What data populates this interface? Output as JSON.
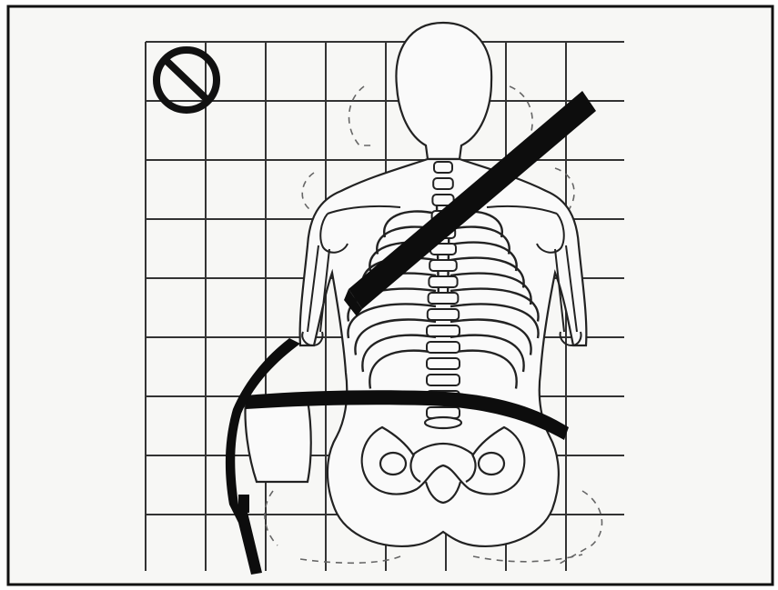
{
  "figure": {
    "subject": "seatbelt-misuse-illustration",
    "elements": [
      "prohibition-sign",
      "measurement-grid",
      "skeleton-torso",
      "shoulder-belt-strap",
      "lap-belt-strap",
      "seat-side-panel",
      "buckle-webbing"
    ]
  },
  "colors": {
    "ink": "#111111",
    "paper": "#f7f7f5",
    "grid": "#333333",
    "outline": "#222222",
    "belt": "#0d0d0d",
    "dashed": "#666666"
  },
  "icons": {
    "prohibition": "no-entry-circle-slash-icon"
  }
}
